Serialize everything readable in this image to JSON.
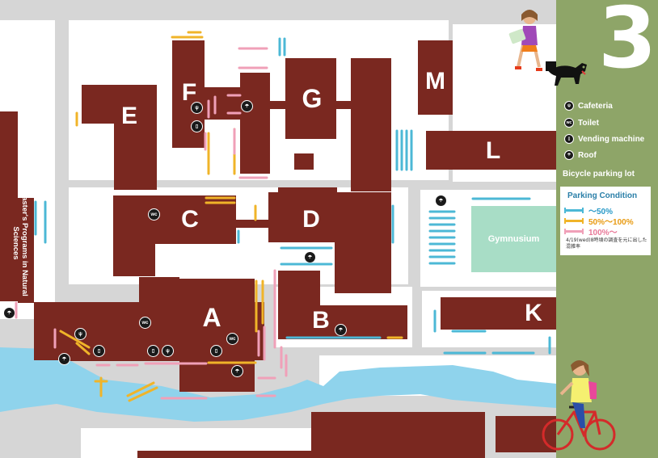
{
  "page_number": "3",
  "buildings": {
    "E": "E",
    "F": "F",
    "G": "G",
    "M": "M",
    "L": "L",
    "C": "C",
    "D": "D",
    "A": "A",
    "B": "B",
    "K": "K",
    "gymnasium": "Gymnusium",
    "masters": "Master's Programs in Natural Sciences"
  },
  "legend": {
    "cafeteria": "Cafeteria",
    "toilet": "Toilet",
    "vending": "Vending machine",
    "roof": "Roof",
    "bicycle_lot": "Bicycle parking lot"
  },
  "parking_condition": {
    "title": "Parking Condition",
    "levels": [
      {
        "label": "～50%",
        "color": "#4cb8d6"
      },
      {
        "label": "50%～100%",
        "color": "#f0b429"
      },
      {
        "label": "100%～",
        "color": "#f0a0b8"
      }
    ],
    "note": "4/19(wed)8時頃の調査を元に出した混雑率"
  },
  "colors": {
    "building": "#7a2820",
    "road": "#d6d6d6",
    "green_panel": "#8ea568",
    "water": "#8fd3ec",
    "gym": "#a8ddc6"
  },
  "icon_glyphs": {
    "cafeteria": "ψ",
    "toilet": "wc",
    "vending": "▯",
    "roof": "☂"
  }
}
